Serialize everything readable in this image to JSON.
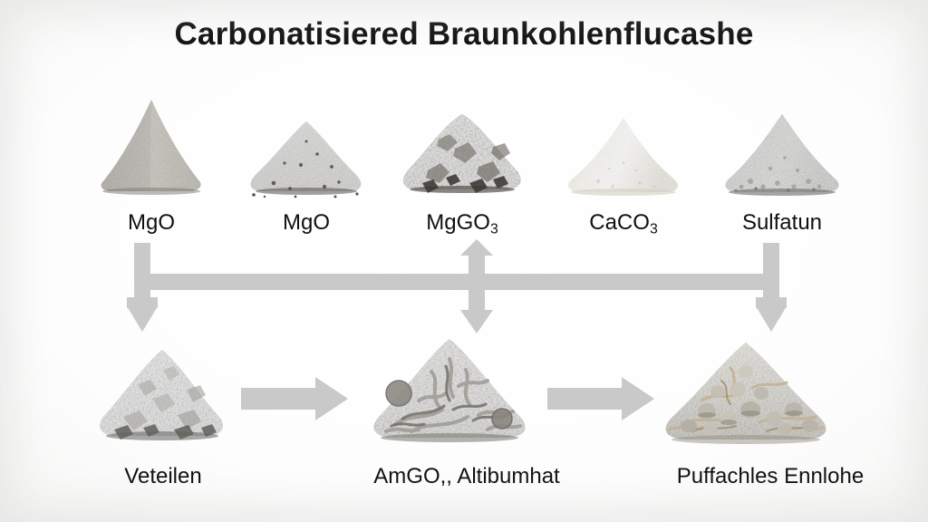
{
  "figure": {
    "title": "Carbonatisiered Braunkohlenflucashe",
    "background_color": "#ffffff",
    "arrow_color": "#c9c9c9",
    "text_color": "#101010"
  },
  "top_row": {
    "items": [
      {
        "label": "MgO",
        "label_html": "MgO",
        "material_kind": "fine-conical-powder",
        "color": "#8a8578",
        "color_dark": "#5d594f",
        "color_light": "#b1ab9c"
      },
      {
        "label": "MgO",
        "label_html": "MgO",
        "material_kind": "coarse-granular-heap",
        "color": "#6f6b63",
        "color_dark": "#3d3a35",
        "color_light": "#9a958b"
      },
      {
        "label": "MgGO3",
        "label_html": "MgGO<sub>3</sub>",
        "material_kind": "dark-lump-chunks",
        "color": "#4a453f",
        "color_dark": "#231f1c",
        "color_light": "#75706a"
      },
      {
        "label": "CaCO3",
        "label_html": "CaCO<sub>3</sub>",
        "material_kind": "white-conical-powder",
        "color": "#efece5",
        "color_dark": "#cfcabe",
        "color_light": "#ffffff"
      },
      {
        "label": "Sulfatun",
        "label_html": "Sulfatun",
        "material_kind": "mid-gray-granular-cone",
        "color": "#7c7a76",
        "color_dark": "#504e4a",
        "color_light": "#a7a5a0"
      }
    ]
  },
  "bottom_row": {
    "items": [
      {
        "label": "Veteilen",
        "label_html": "Veteilen",
        "material_kind": "flaky-gray-gravel",
        "color": "#7e7c78",
        "color_dark": "#4d4b47",
        "color_light": "#a8a6a1"
      },
      {
        "label": "AmGO,, Altibumhat",
        "label_html": "AmGO,, Altibumhat",
        "material_kind": "fibrous-noodle-heap",
        "color": "#8a8781",
        "color_dark": "#5a5750",
        "color_light": "#b3b0a8"
      },
      {
        "label": "Puffachles Ennlohe",
        "label_html": "Puffachles Ennlohe",
        "material_kind": "pellet-and-straw-mix",
        "color": "#b3b0a6",
        "color_dark": "#83806f",
        "color_light": "#ddd9cd"
      }
    ]
  },
  "connectors": {
    "bus_label": "distribution-bus",
    "down_arrows": 3,
    "up_arrows": 1,
    "flow_arrows": 2
  }
}
